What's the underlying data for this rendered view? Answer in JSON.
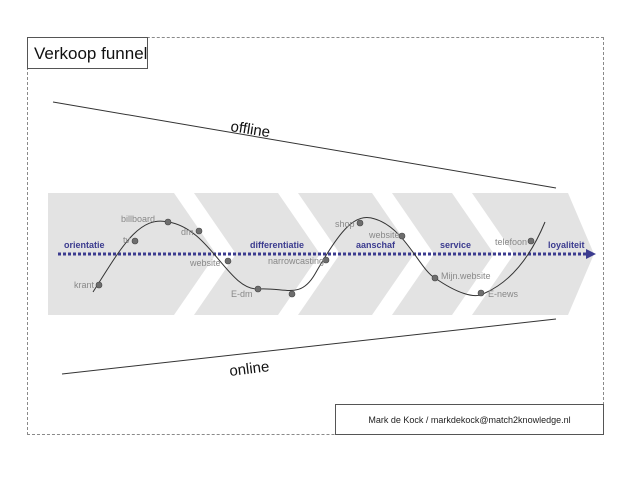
{
  "title": "Verkoop funnel",
  "credit": "Mark de Kock / markdekock@match2knowledge.nl",
  "channels": {
    "top": "offline",
    "bottom": "online"
  },
  "stages": [
    "orientatie",
    "differentiatie",
    "aanschaf",
    "service",
    "loyaliteit"
  ],
  "touchpoints": [
    "krant",
    "tv",
    "billboard",
    "dm",
    "website",
    "E-dm",
    "narrowcasting",
    "shop",
    "website",
    "Mijn.website",
    "E-news",
    "telefoon"
  ],
  "colors": {
    "chevron": "#e3e3e3",
    "arrow": "#3b3b8f",
    "stage_text": "#3b3b8f",
    "point": "#6e6e6e"
  }
}
